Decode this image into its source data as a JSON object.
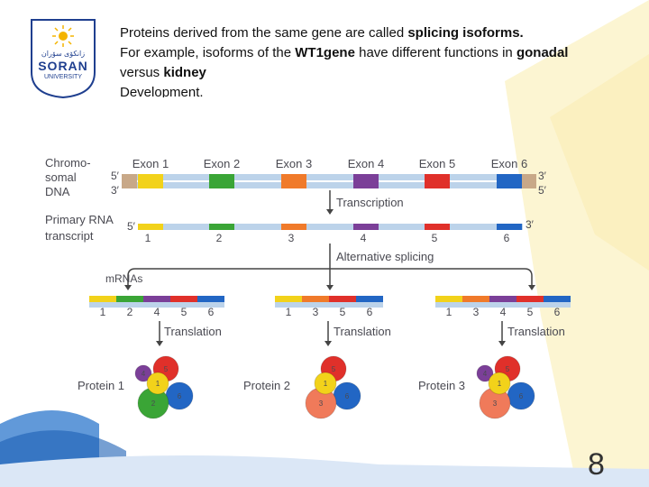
{
  "header": {
    "line1_prefix": "Proteins derived from the same gene are called ",
    "line1_bold": "splicing isoforms.",
    "line2_prefix": "For example, isoforms of the ",
    "line2_bold1": "WT1gene",
    "line2_mid": " have different functions in ",
    "line2_bold2": "gonadal",
    "line3_prefix": "versus ",
    "line3_bold": "kidney",
    "line4": "Development."
  },
  "logo": {
    "arabic": "زانكۆی سۆران",
    "name": "SORAN",
    "sub": "UNIVERSITY"
  },
  "diagram": {
    "dna_label": [
      "Chromo-",
      "somal",
      "DNA"
    ],
    "rna_label": [
      "Primary RNA",
      "transcript"
    ],
    "mrna_label": "mRNAs",
    "exons": [
      "Exon 1",
      "Exon 2",
      "Exon 3",
      "Exon 4",
      "Exon 5",
      "Exon 6"
    ],
    "exon_colors": [
      "#f2d21a",
      "#3aa536",
      "#f07a2a",
      "#7b3f98",
      "#e0302a",
      "#2266c4"
    ],
    "dna_end_top_left": "5′",
    "dna_end_bottom_left": "3′",
    "dna_end_top_right": "3′",
    "dna_end_bottom_right": "5′",
    "rna_end_left": "5′",
    "rna_end_right": "3′",
    "step_transcription": "Transcription",
    "step_alt_splicing": "Alternative splicing",
    "step_translation": "Translation",
    "rna_numbers": [
      "1",
      "2",
      "3",
      "4",
      "5",
      "6"
    ],
    "mrna1_numbers": [
      "1",
      "2",
      "4",
      "5",
      "6"
    ],
    "mrna2_numbers": [
      "1",
      "3",
      "5",
      "6"
    ],
    "mrna3_numbers": [
      "1",
      "3",
      "4",
      "5",
      "6"
    ],
    "proteins": [
      "Protein 1",
      "Protein 2",
      "Protein 3"
    ],
    "protein1_domains": [
      "4",
      "5",
      "1",
      "6",
      "2"
    ],
    "protein2_domains": [
      "5",
      "1",
      "6",
      "3"
    ],
    "protein3_domains": [
      "4",
      "5",
      "1",
      "6",
      "3"
    ]
  },
  "page_number": "8",
  "colors": {
    "bar_bg": "#bcd3ea",
    "intron": "#c8a888",
    "logo_blue": "#1f3f8f",
    "logo_gold": "#f4b400",
    "bg_yellow": "#fbf3c8",
    "bg_blue": "#3a7fd0"
  }
}
